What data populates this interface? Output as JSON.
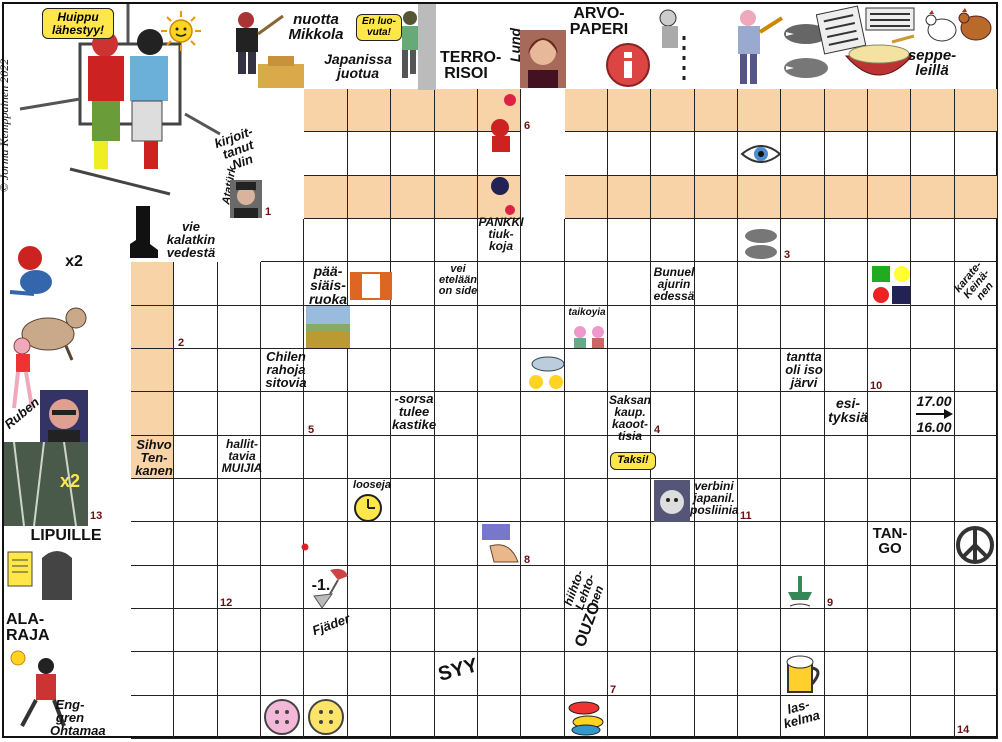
{
  "credit": "© Jorma Kemppainen 2022",
  "bubbles": {
    "huippu": "Huippu lähestyy!",
    "enluovuta": "En luo-vuta!",
    "taksi": "Taksi!"
  },
  "clues": {
    "nuotta": "nuotta Mikkola",
    "japanissa": "Japanissa juotua",
    "terrorisoi": "TERRO-RISOI",
    "lund": "Lund",
    "arvopaperi": "ARVO-PAPERI",
    "seppeleilla": "seppe-leillä",
    "kirjoittanut": "kirjoit-tanut Nin",
    "ataturk": "Atatürk",
    "vie_kalat": "vie kalatkin vedestä",
    "x2_a": "x2",
    "pankki": "PANKKI tiuk-koja",
    "paasiais": "pää-siäis-ruoka",
    "vei_etelaan": "vei etelään on side",
    "bunuel": "Bunuel ajurin edessä",
    "karate": "karate-Keinä-nen",
    "taikoyia": "taikoyia",
    "chilen": "Chilen rahoja sitovia",
    "tantta": "tantta oli iso järvi",
    "ruben": "Ruben",
    "sorsa": "-sorsa tulee kastike",
    "saksan": "Saksan kaup. kaoot-tisia",
    "esityksia": "esi-tyksiä",
    "time_from": "17.00",
    "time_to": "16.00",
    "sihvo": "Sihvo Ten-kanen",
    "hallit": "hallit-tavia MUIJIA",
    "x2_b": "x2",
    "looseja": "looseja",
    "verbini": "verbini japanil. posliinia",
    "lipuille": "LIPUILLE",
    "tango": "TAN-GO",
    "minus1": "-1.",
    "fjader": "Fjäder",
    "hiihto": "hiihto-Lehto-nen",
    "ouzo": "OUZO",
    "alaraja": "ALA-RAJA",
    "syy": "SYY",
    "englen": "Eng-gren Ohtamaa",
    "laskelma": "las-kelma"
  },
  "numbers": {
    "n1": "1",
    "n2": "2",
    "n3": "3",
    "n4": "4",
    "n5": "5",
    "n6": "6",
    "n7": "7",
    "n8": "8",
    "n9": "9",
    "n10": "10",
    "n11": "11",
    "n12": "12",
    "n13": "13",
    "n14": "14"
  },
  "colors": {
    "highlight": "#f9d3a8",
    "grid": "#222222",
    "number": "#6a1010",
    "bubble": "#ffe74a"
  },
  "icons": [
    "sun-icon",
    "info-icon",
    "eye-icon",
    "clock-icon",
    "peace-icon",
    "beer-icon",
    "buttons-icon",
    "chile-flag-icon",
    "color-squares-icon",
    "arrow-icon"
  ]
}
